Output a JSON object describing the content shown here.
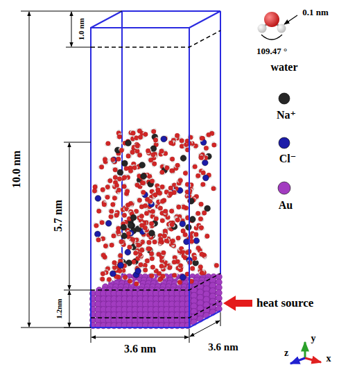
{
  "diagram": {
    "labels": [
      "10.0 nm",
      "1.0 nm",
      "5.7 nm",
      "1.2nm",
      "3.6 nm",
      "3.6 nm",
      "0.1 nm",
      "109.47 °",
      "heat source",
      "z",
      "y",
      "x"
    ],
    "legend": [
      {
        "text": "water"
      },
      {
        "text": "Na⁺",
        "color": "#262626"
      },
      {
        "text": "Cl⁻",
        "color": "#1c1ca8"
      },
      {
        "text": "Au",
        "color": "#a23cc0"
      }
    ]
  }
}
